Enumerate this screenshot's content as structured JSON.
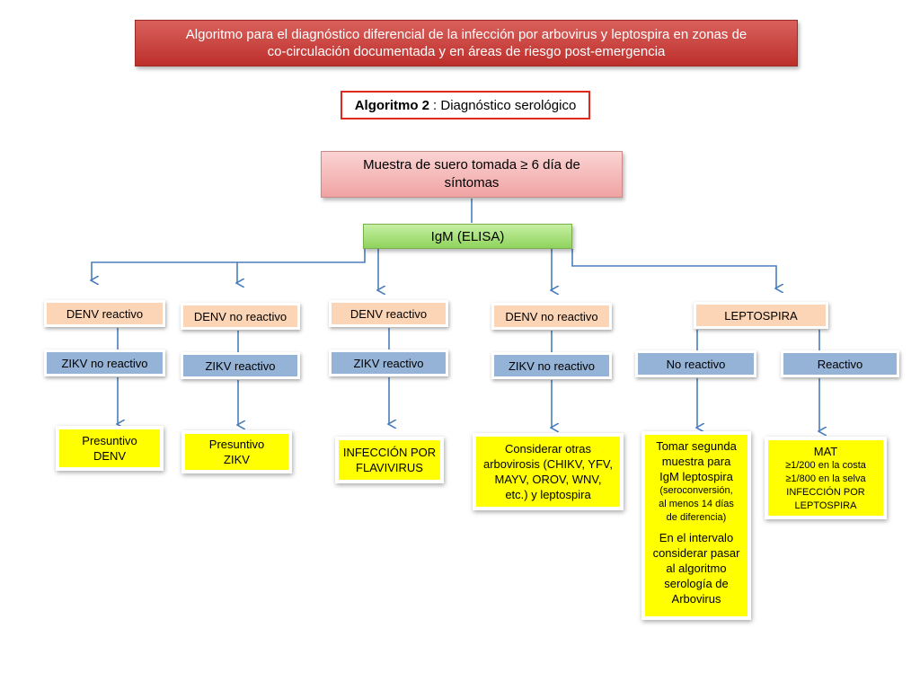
{
  "title": {
    "line1": "Algoritmo para el diagnóstico diferencial de la  infección por arbovirus  y leptospira en zonas de",
    "line2": "co-circulación documentada y en áreas de riesgo post-emergencia"
  },
  "algorithm_label": {
    "prefix": "Algoritmo 2",
    "text": ":  Diagnóstico serológico"
  },
  "start": {
    "line1": "Muestra de suero tomada ≥ 6 día de",
    "line2": "síntomas"
  },
  "test": "IgM (ELISA)",
  "branches": [
    {
      "first": "DENV reactivo",
      "second": "ZIKV no reactivo",
      "result": [
        "Presuntivo",
        "DENV"
      ]
    },
    {
      "first": "DENV no reactivo",
      "second": "ZIKV reactivo",
      "result": [
        "Presuntivo",
        "ZIKV"
      ]
    },
    {
      "first": "DENV reactivo",
      "second": "ZIKV reactivo",
      "result": [
        "INFECCIÓN POR",
        "FLAVIVIRUS"
      ]
    },
    {
      "first": "DENV no reactivo",
      "second": "ZIKV no reactivo",
      "result": [
        "Considerar otras",
        "arbovirosis (CHIKV, YFV,",
        "MAYV, OROV, WNV,",
        "etc.) y leptospira"
      ]
    }
  ],
  "lepto": {
    "label": "LEPTOSPIRA",
    "negative": {
      "label": "No reactivo",
      "result_a": [
        "Tomar segunda",
        "muestra  para",
        "IgM leptospira"
      ],
      "result_b": [
        "(seroconversión,",
        "al menos  14 días",
        "de diferencia)"
      ],
      "result_c": [
        "En el intervalo",
        "considerar pasar",
        "al algoritmo",
        "serología de",
        "Arbovirus"
      ]
    },
    "positive": {
      "label": "Reactivo",
      "result": [
        "MAT",
        "≥1/200 en la costa",
        "≥1/800 en la selva",
        "INFECCIÓN POR",
        "LEPTOSPIRA"
      ]
    }
  },
  "colors": {
    "banner": "#bd2f2b",
    "start_box": "#f0a3a3",
    "test_box": "#8fd35c",
    "first_result": "#fbd5b5",
    "second_result": "#95b3d7",
    "conclusion": "#ffff00",
    "arrow": "#4a7ebb"
  }
}
